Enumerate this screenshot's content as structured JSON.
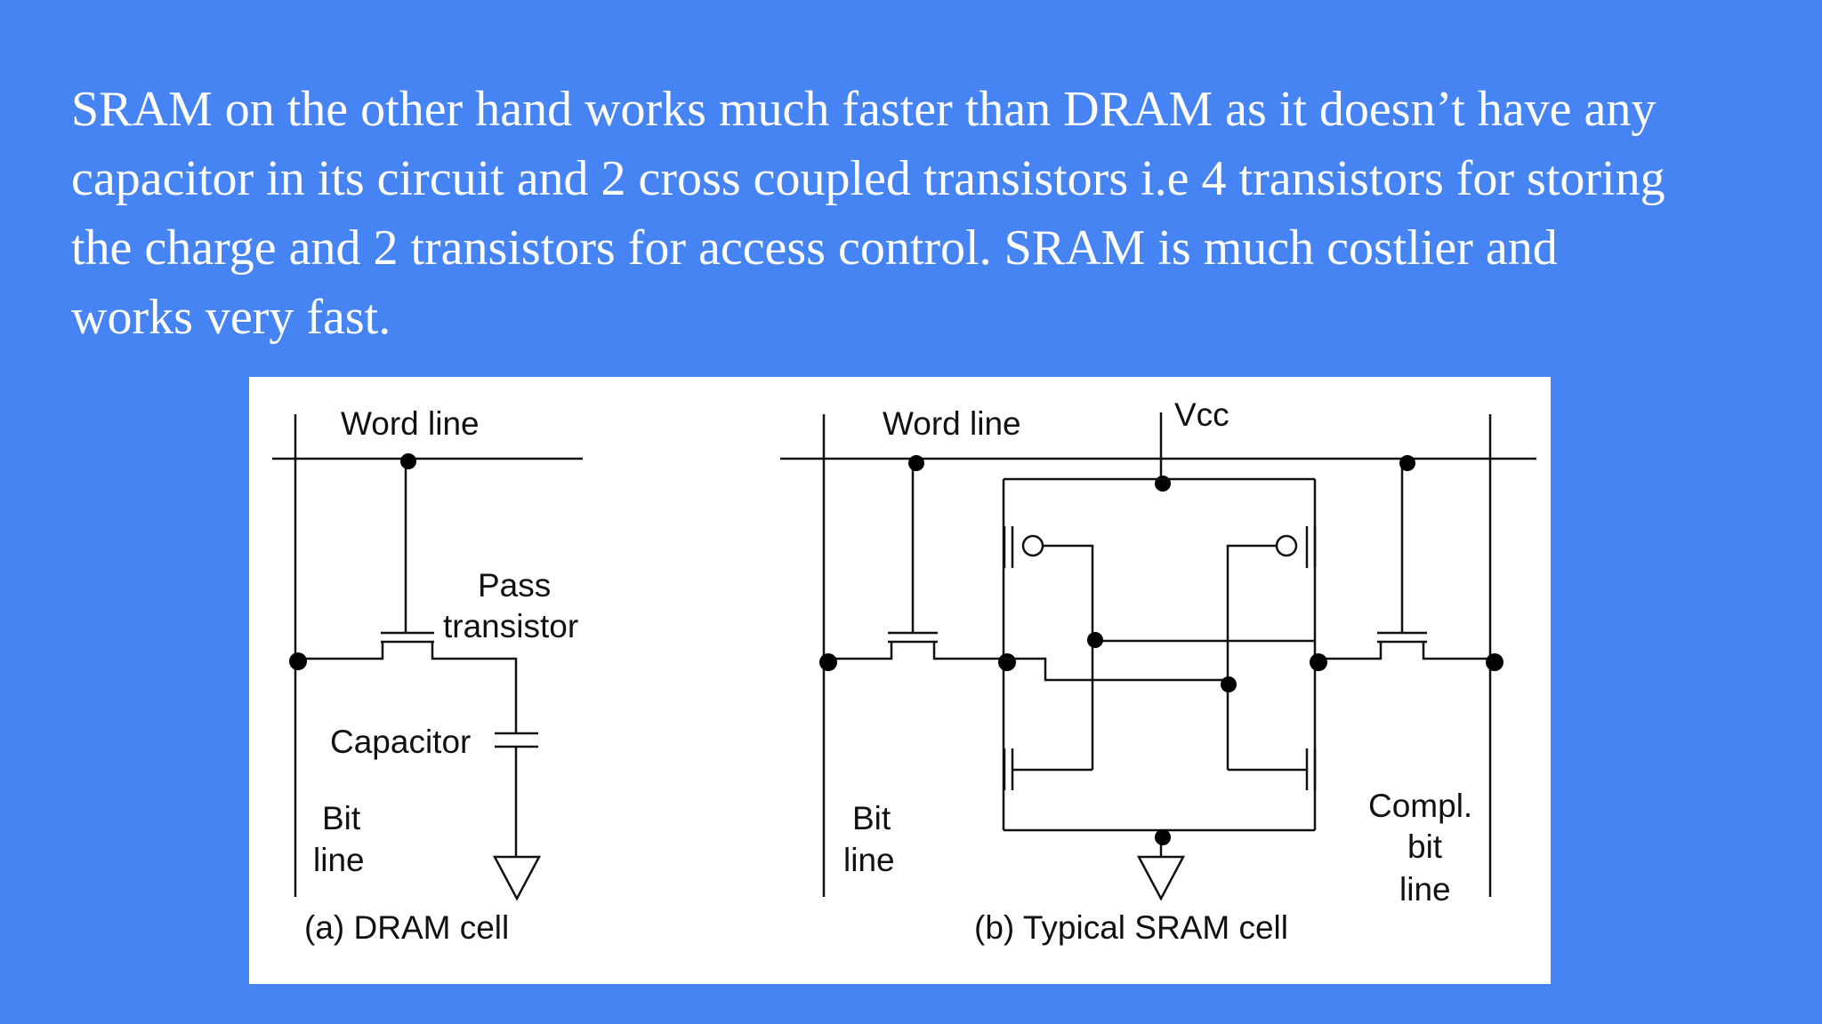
{
  "slide": {
    "paragraph_lines": [
      "SRAM on the other hand works much faster than DRAM as it doesn’t have any",
      "capacitor in its circuit and 2 cross coupled transistors i.e 4 transistors for storing",
      "the charge and 2 transistors for access control. SRAM is much costlier and",
      "works very fast."
    ]
  },
  "dram": {
    "word_line": "Word line",
    "pass_1": "Pass",
    "pass_2": "transistor",
    "capacitor": "Capacitor",
    "bit_1": "Bit",
    "bit_2": "line",
    "caption": "(a) DRAM cell"
  },
  "sram": {
    "word_line": "Word line",
    "vcc": "Vcc",
    "bit_1": "Bit",
    "bit_2": "line",
    "compl_1": "Compl.",
    "compl_2": "bit",
    "compl_3": "line",
    "caption": "(b) Typical SRAM cell"
  }
}
